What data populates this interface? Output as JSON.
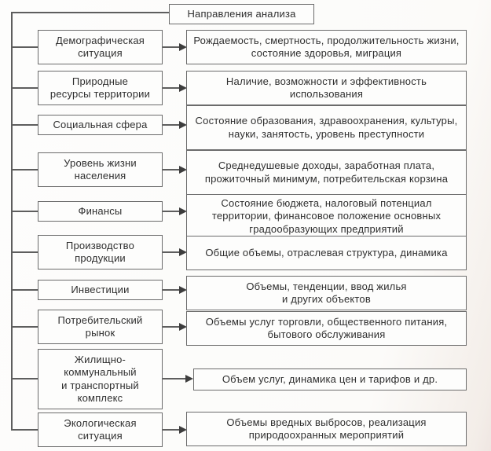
{
  "title": "Направления анализа",
  "colors": {
    "line": "#5e5e5e",
    "border": "#6b6b6b",
    "text": "#2f2f2f",
    "background": "#fdfdfc"
  },
  "rows": [
    {
      "id": "demography",
      "left": "Демографическая\nситуация",
      "right": "Рождаемость, смертность, продолжительность жизни, состояние здоровья, миграция"
    },
    {
      "id": "natural-resources",
      "left": "Природные\nресурсы территории",
      "right": "Наличие, возможности и эффективность использования"
    },
    {
      "id": "social-sphere",
      "left": "Социальная сфера",
      "right": "Состояние образования, здравоохранения, культуры, науки, занятость, уровень преступности"
    },
    {
      "id": "living-standards",
      "left": "Уровень жизни\nнаселения",
      "right": "Среднедушевые доходы, заработная плата, прожиточный минимум, потребительская корзина"
    },
    {
      "id": "finance",
      "left": "Финансы",
      "right": "Состояние бюджета, налоговый потенциал территории, финансовое положение основных градообразующих предприятий"
    },
    {
      "id": "production",
      "left": "Производство\nпродукции",
      "right": "Общие объемы, отраслевая структура, динамика"
    },
    {
      "id": "investments",
      "left": "Инвестиции",
      "right": "Объемы, тенденции, ввод жилья\nи других объектов"
    },
    {
      "id": "consumer-market",
      "left": "Потребительский\nрынок",
      "right": "Объемы услуг торговли, общественного питания, бытового обслуживания"
    },
    {
      "id": "housing-transport",
      "left": "Жилищно-\nкоммунальный\nи транспортный\nкомплекс",
      "right": "Объем услуг, динамика цен и тарифов и др."
    },
    {
      "id": "ecology",
      "left": "Экологическая\nситуация",
      "right": "Объемы вредных выбросов, реализация природоохранных мероприятий"
    }
  ]
}
